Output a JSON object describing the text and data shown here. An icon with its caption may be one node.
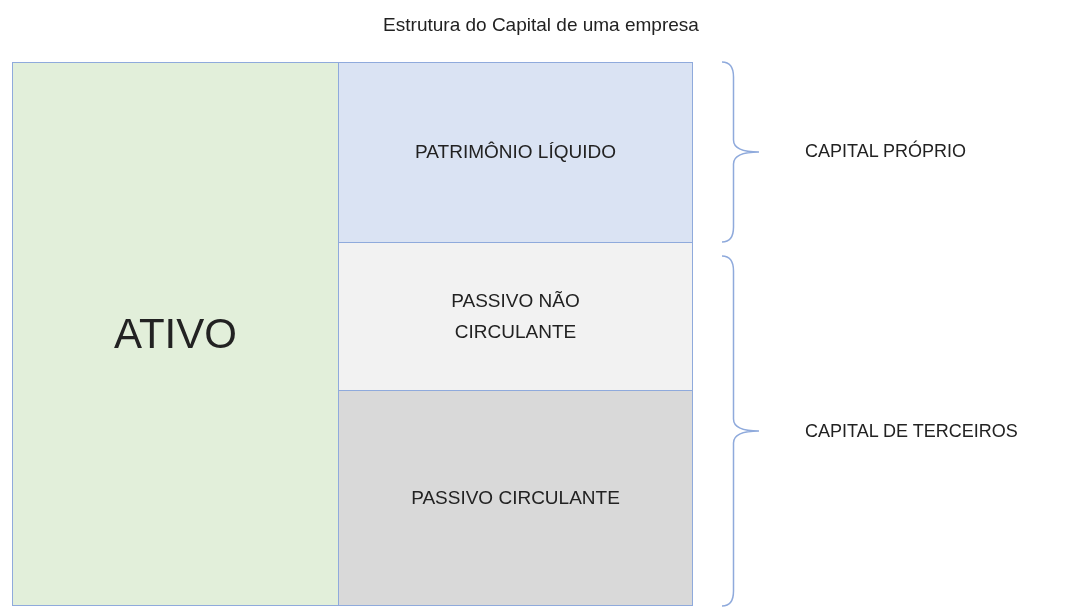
{
  "diagram": {
    "title": "Estrutura do Capital de uma empresa",
    "nodes": [
      {
        "text": [
          "ATIVO"
        ]
      },
      {
        "text": [
          "PATRIMÔNIO LÍQUIDO"
        ]
      },
      {
        "text": [
          "PASSIVO NÃO CIRCULANTE"
        ]
      },
      {
        "text": [
          "PASSIVO CIRCULANTE"
        ]
      }
    ],
    "edges": [],
    "labels": [
      "CAPITAL PRÓPRIO",
      "CAPITAL DE TERCEIROS"
    ]
  }
}
